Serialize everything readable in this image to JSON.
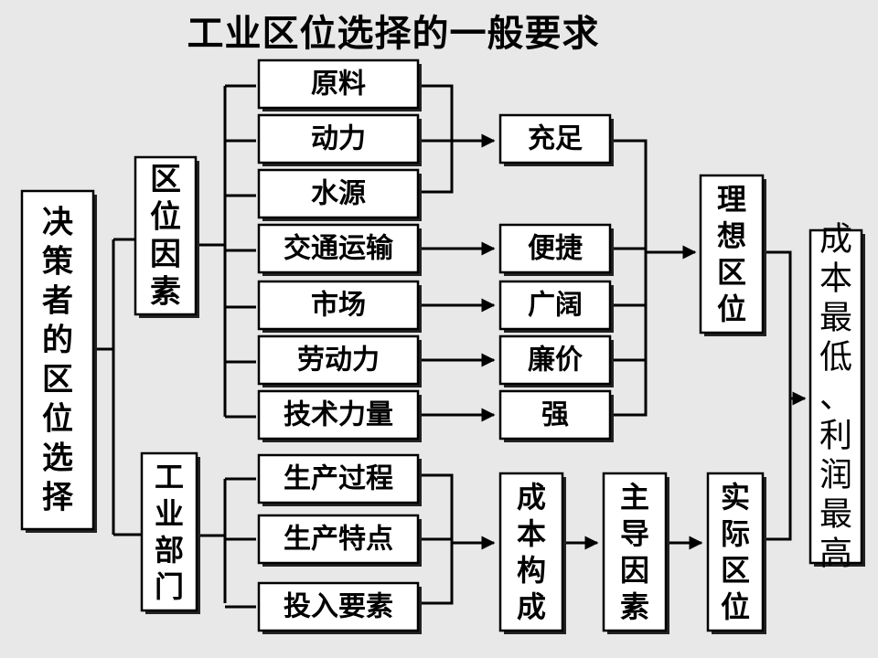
{
  "title": "工业区位选择的一般要求",
  "decision": "决策者的区位选择",
  "factors_group": "区位因素",
  "sectors_group": "工业部门",
  "factors": [
    "原料",
    "动力",
    "水源",
    "交通运输",
    "市场",
    "劳动力",
    "技术力量"
  ],
  "requirements": [
    "充足",
    "便捷",
    "广阔",
    "廉价",
    "强"
  ],
  "processes": [
    "生产过程",
    "生产特点",
    "投入要素"
  ],
  "cost_structure": "成本构成",
  "dominant_factor": "主导因素",
  "ideal_location": "理想区位",
  "actual_location": "实际区位",
  "goal": "成本最低、利润最高"
}
